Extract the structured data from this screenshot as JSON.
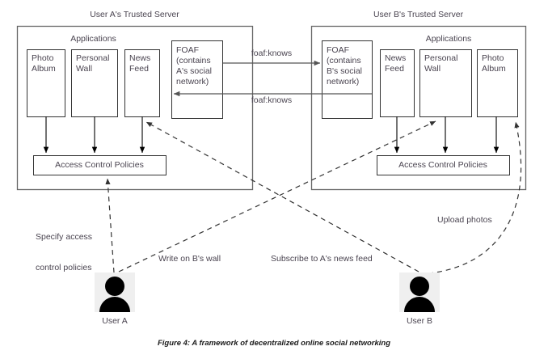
{
  "figure": {
    "caption": "Figure 4: A framework of decentralized online social networking",
    "background": "#ffffff",
    "text_color": "#4a4450",
    "line_color": "#555555",
    "arrow_color": "#000000"
  },
  "servers": [
    {
      "id": "server-a",
      "title": "User A's Trusted Server",
      "applications_label": "Applications",
      "apps": [
        {
          "name": "Photo Album",
          "line1": "Photo",
          "line2": "Album"
        },
        {
          "name": "Personal Wall",
          "line1": "Personal",
          "line2": "Wall"
        },
        {
          "name": "News Feed",
          "line1": "News",
          "line2": "Feed"
        }
      ],
      "foaf": {
        "line1": "FOAF",
        "line2": "(contains",
        "line3": "A's social",
        "line4": "network)"
      },
      "access_control_label": "Access Control Policies"
    },
    {
      "id": "server-b",
      "title": "User B's Trusted Server",
      "applications_label": "Applications",
      "apps": [
        {
          "name": "News Feed",
          "line1": "News",
          "line2": "Feed"
        },
        {
          "name": "Personal Wall",
          "line1": "Personal",
          "line2": "Wall"
        },
        {
          "name": "Photo Album",
          "line1": "Photo",
          "line2": "Album"
        }
      ],
      "foaf": {
        "line1": "FOAF",
        "line2": "(contains",
        "line3": "B's social",
        "line4": "network)"
      },
      "access_control_label": "Access Control Policies"
    }
  ],
  "federation_links": [
    {
      "id": "foaf-knows-ab",
      "label": "foaf:knows",
      "direction": "a-to-b"
    },
    {
      "id": "foaf-knows-ba",
      "label": "foaf:knows",
      "direction": "b-to-a"
    }
  ],
  "users": [
    {
      "id": "user-a",
      "label": "User A",
      "icon": "person-silhouette-icon"
    },
    {
      "id": "user-b",
      "label": "User B",
      "icon": "person-silhouette-icon"
    }
  ],
  "user_actions": [
    {
      "id": "specify-access-control",
      "line1": "Specify access",
      "line2": "control policies",
      "from": "user-a",
      "to": "server-a-access-control"
    },
    {
      "id": "write-on-b-wall",
      "label": "Write on B's wall",
      "from": "user-a",
      "to": "server-b-personal-wall"
    },
    {
      "id": "subscribe-a-news-feed",
      "label": "Subscribe to A's news feed",
      "from": "user-b",
      "to": "server-a-news-feed"
    },
    {
      "id": "upload-photos",
      "label": "Upload photos",
      "from": "user-b",
      "to": "server-b-photo-album"
    }
  ]
}
